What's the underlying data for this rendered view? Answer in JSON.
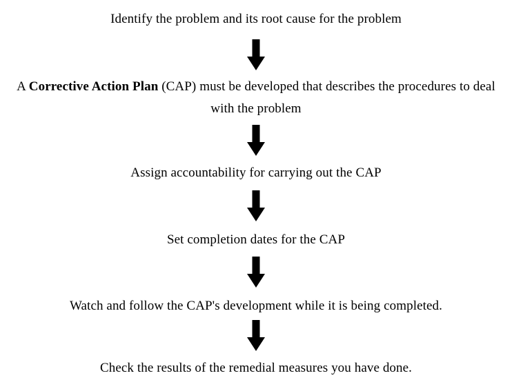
{
  "page": {
    "title": "Corrective Action Plan Flowchart",
    "background_color": "#ffffff",
    "text_color": "#000000",
    "arrow_color": "#000000"
  },
  "flowchart": {
    "orientation": "vertical",
    "steps": [
      {
        "id": "step-1",
        "text": "Identify the problem and its root cause for the problem"
      },
      {
        "id": "step-2",
        "prefix": "A ",
        "emphasis": "Corrective Action Plan",
        "suffix": " (CAP) must be developed that describes the procedures to deal with the problem"
      },
      {
        "id": "step-3",
        "text": "Assign accountability for carrying out the CAP"
      },
      {
        "id": "step-4",
        "text": "Set completion dates for the CAP"
      },
      {
        "id": "step-5",
        "text": "Watch and follow the CAP's development while it is being completed."
      },
      {
        "id": "step-6",
        "text": "Check the results of the remedial measures you have done."
      }
    ],
    "connectors": [
      {
        "id": "arrow-1",
        "icon": "arrow-down-icon"
      },
      {
        "id": "arrow-2",
        "icon": "arrow-down-icon"
      },
      {
        "id": "arrow-3",
        "icon": "arrow-down-icon"
      },
      {
        "id": "arrow-4",
        "icon": "arrow-down-icon"
      },
      {
        "id": "arrow-5",
        "icon": "arrow-down-icon"
      }
    ]
  }
}
